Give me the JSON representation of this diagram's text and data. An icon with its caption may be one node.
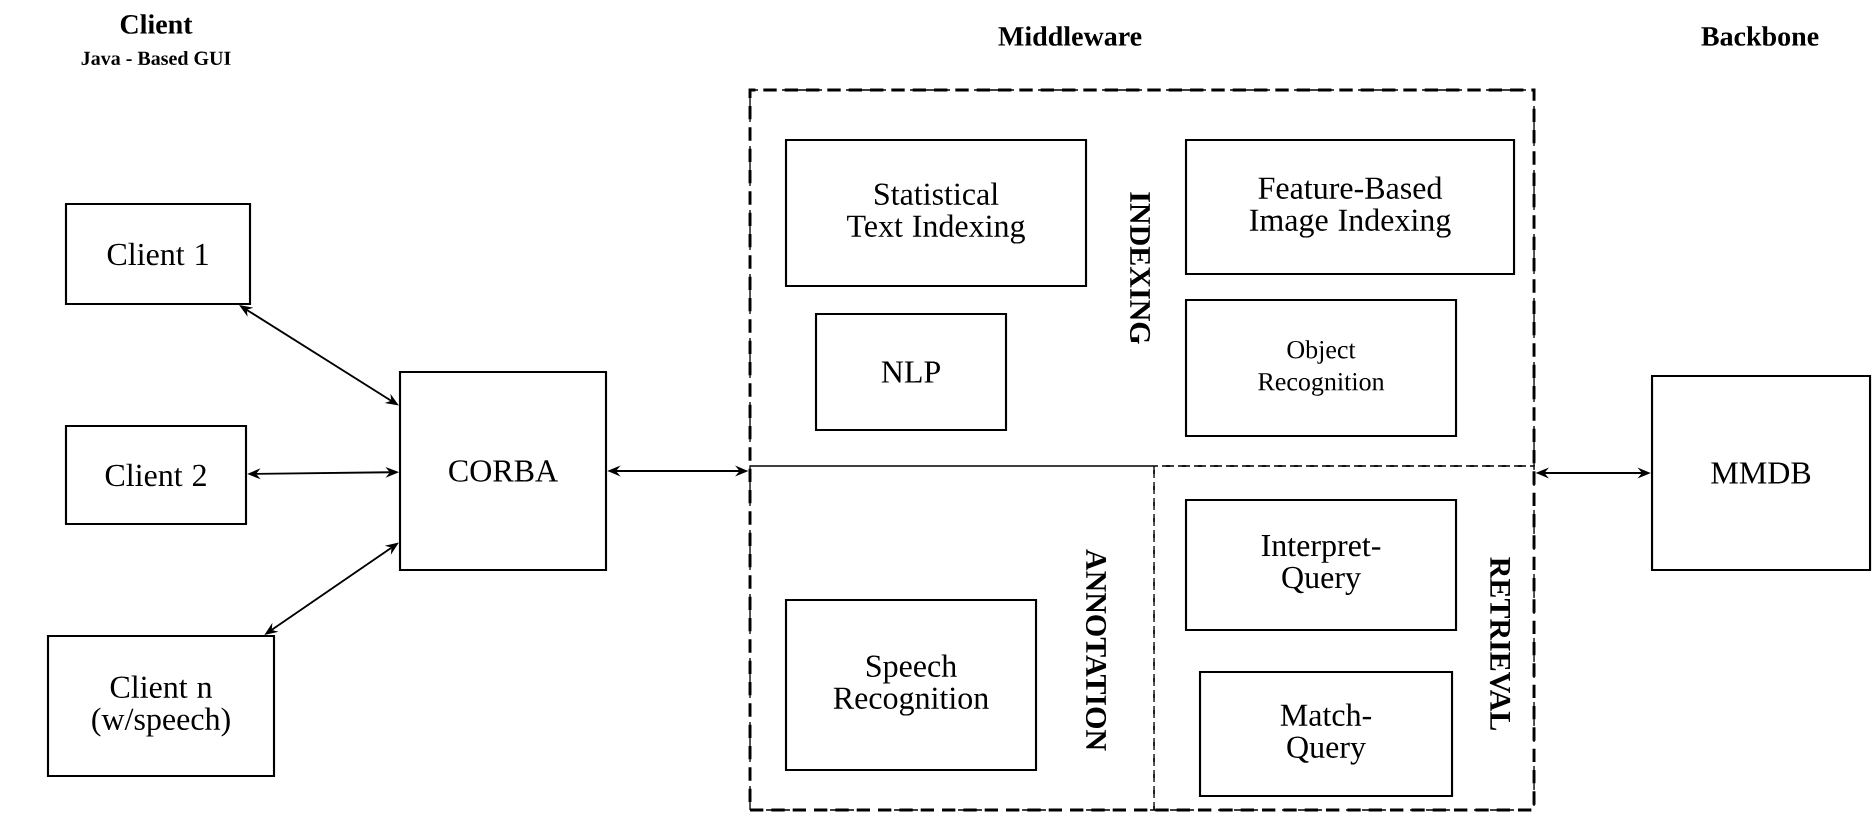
{
  "diagram": {
    "nodes": [
      {
        "text": [
          "Client 1"
        ]
      },
      {
        "text": [
          "Client 2"
        ]
      },
      {
        "text": [
          "Client n (w/speech)"
        ]
      },
      {
        "text": [
          "CORBA"
        ]
      },
      {
        "text": [
          "Middleware"
        ]
      },
      {
        "text": [
          "INDEXING"
        ],
        "in": 4
      },
      {
        "text": [
          "Statistical Text Indexing"
        ],
        "in": 5
      },
      {
        "text": [
          "Feature-Based Image Indexing"
        ],
        "in": 5
      },
      {
        "text": [
          "NLP"
        ],
        "in": 5
      },
      {
        "text": [
          "Object Recognition"
        ],
        "in": 5
      },
      {
        "text": [
          "ANNOTATION"
        ],
        "in": 4
      },
      {
        "text": [
          "Speech Recognition"
        ],
        "in": 10
      },
      {
        "text": [
          "RETRIEVAL"
        ],
        "in": 4
      },
      {
        "text": [
          "Interpret-Query"
        ],
        "in": 12
      },
      {
        "text": [
          "Match-Query"
        ],
        "in": 12
      },
      {
        "text": [
          "MMDB"
        ]
      }
    ],
    "edges": [
      {
        "from": 0,
        "to": 3,
        "arrow": "both"
      },
      {
        "from": 1,
        "to": 3,
        "arrow": "both"
      },
      {
        "from": 2,
        "to": 3,
        "arrow": "both"
      },
      {
        "from": 3,
        "to": 4,
        "arrow": "both"
      },
      {
        "from": 4,
        "to": 15,
        "arrow": "both"
      }
    ],
    "labels": [
      "Client",
      "Java - Based GUI",
      "Backbone"
    ]
  }
}
